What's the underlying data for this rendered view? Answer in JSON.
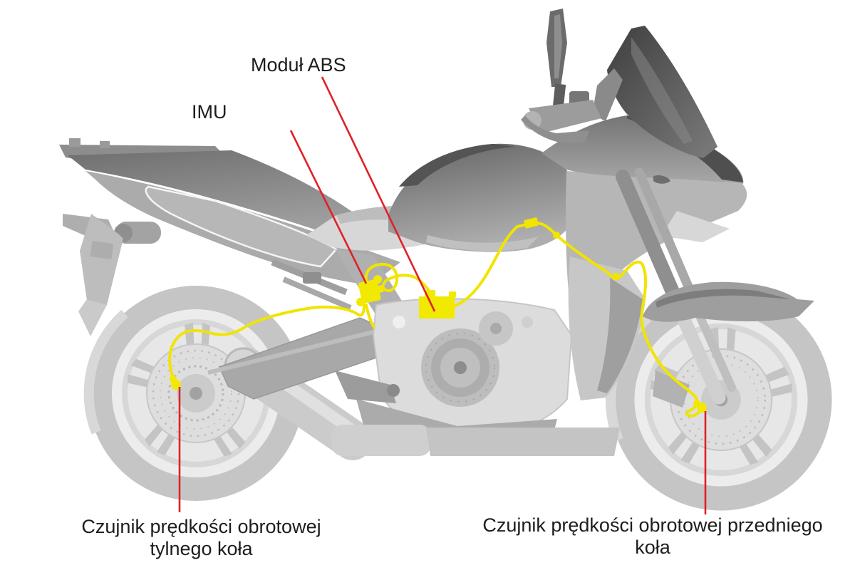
{
  "colors": {
    "callout_line": "#e02127",
    "harness_yellow": "#f0e400",
    "component_yellow": "#f2e900",
    "label_text": "#1d1d1b",
    "background": "#ffffff"
  },
  "callouts": {
    "abs_module": {
      "label": "Moduł ABS"
    },
    "imu": {
      "label": "IMU"
    },
    "rear_wheel_sensor": {
      "line1": "Czujnik prędkości obrotowej",
      "line2": "tylnego koła"
    },
    "front_wheel_sensor": {
      "line1": "Czujnik prędkości obrotowej przedniego",
      "line2": "koła"
    }
  }
}
